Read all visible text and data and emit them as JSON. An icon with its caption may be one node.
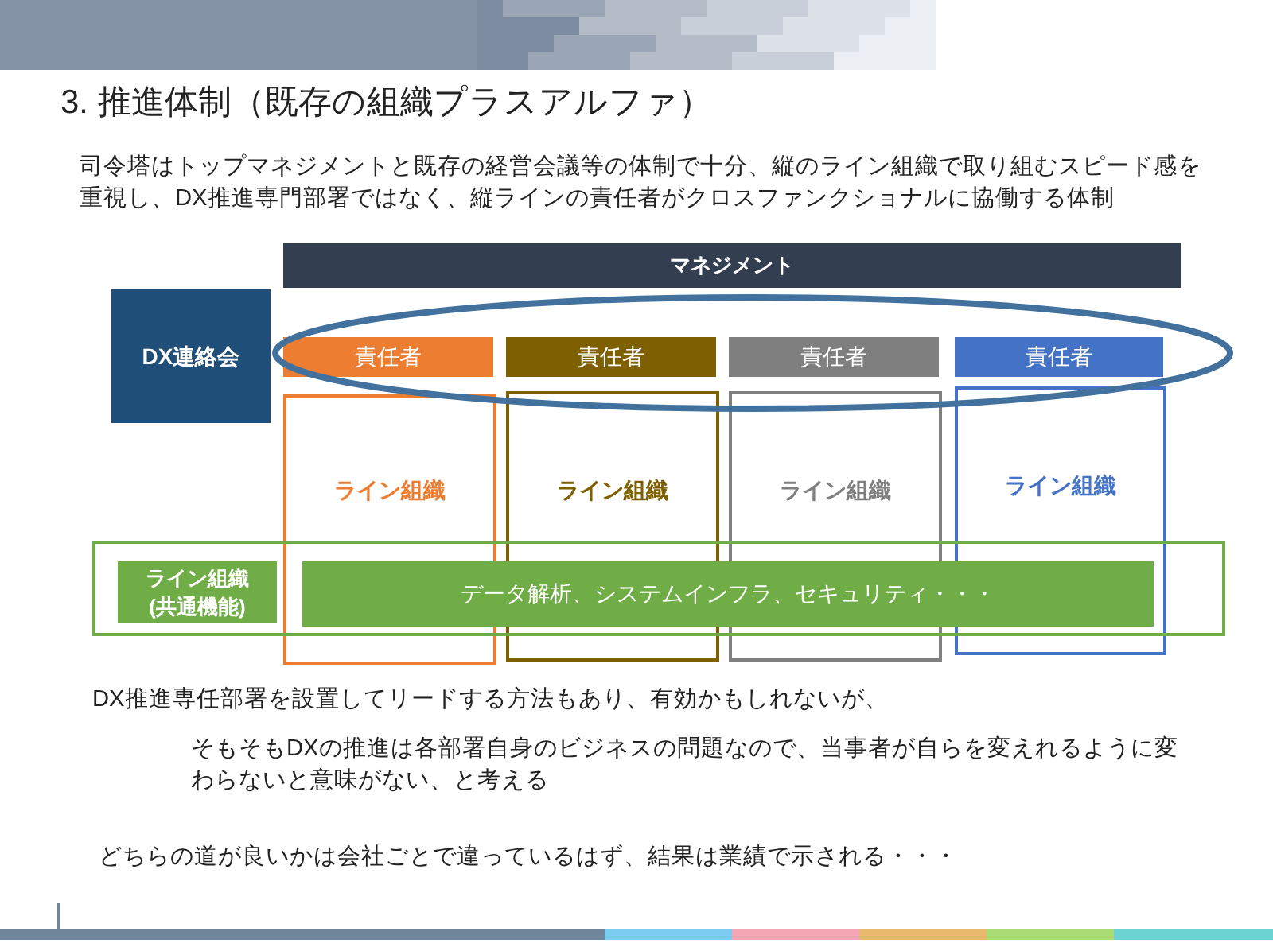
{
  "diagram": {
    "title": "3. 推進体制（既存の組織プラスアルファ）",
    "nodes": [
      {
        "text": [
          "マネジメント"
        ]
      },
      {
        "text": [
          "DX連絡会"
        ]
      },
      {
        "text": [
          "責任者"
        ]
      },
      {
        "text": [
          "責任者"
        ]
      },
      {
        "text": [
          "責任者"
        ]
      },
      {
        "text": [
          "責任者"
        ]
      },
      {
        "text": [
          "ライン組織"
        ]
      },
      {
        "text": [
          "ライン組織"
        ]
      },
      {
        "text": [
          "ライン組織"
        ]
      },
      {
        "text": [
          "ライン組織"
        ]
      },
      {
        "text": [],
        "shape": "box"
      },
      {
        "text": [
          "ライン組織(共通機能)"
        ],
        "in": 10
      },
      {
        "text": [
          "データ解析、システムインフラ、セキュリティ・・・"
        ],
        "in": 10
      }
    ],
    "labels": [
      "司令塔はトップマネジメントと既存の経営会議等の体制で十分、縦のライン組織で取り組むスピード感を重視し、DX推進専門部署ではなく、縦ラインの責任者がクロスファンクショナルに協働する体制",
      "DX推進専任部署を設置してリードする方法もあり、有効かもしれないが、",
      "そもそもDXの推進は各部署自身のビジネスの問題なので、当事者が自らを変えれるように変わらないと意味がない、と考える",
      "どちらの道が良いかは会社ごとで違っているはず、結果は業績で示される・・・"
    ]
  }
}
